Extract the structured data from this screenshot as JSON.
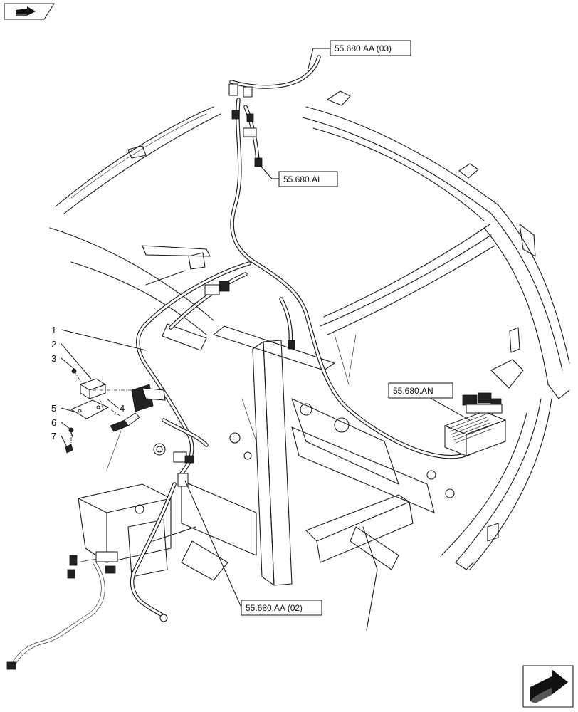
{
  "callouts": [
    {
      "id": "1",
      "label": "1"
    },
    {
      "id": "2",
      "label": "2"
    },
    {
      "id": "3",
      "label": "3"
    },
    {
      "id": "4",
      "label": "4"
    },
    {
      "id": "5",
      "label": "5"
    },
    {
      "id": "6",
      "label": "6"
    },
    {
      "id": "7",
      "label": "7"
    }
  ],
  "references": {
    "top": "55.680.AA (03)",
    "ai": "55.680.AI",
    "an": "55.680.AN",
    "bottom": "55.680.AA (02)"
  },
  "icons": {
    "top_left": "book-arrow-icon",
    "bottom_right": "next-page-arrow-icon"
  }
}
